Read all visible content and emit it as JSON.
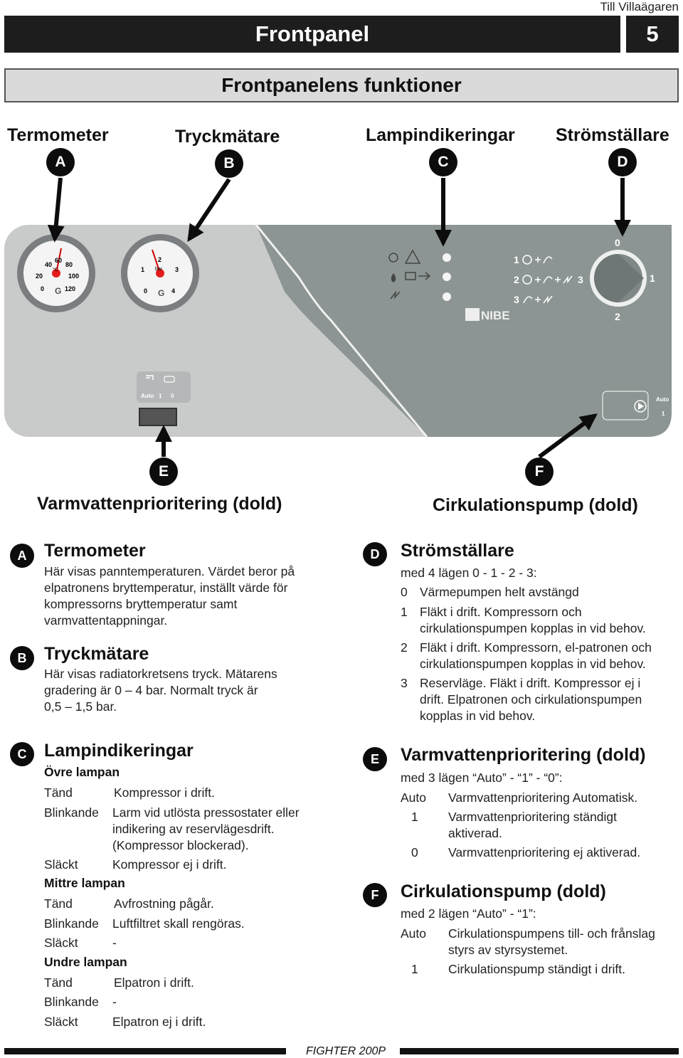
{
  "header": {
    "top_right": "Till Villaägaren",
    "title": "Frontpanel",
    "page_number": "5",
    "subtitle": "Frontpanelens funktioner"
  },
  "callouts": {
    "a_label": "Termometer",
    "a": "A",
    "b_label": "Tryckmätare",
    "b": "B",
    "c_label": "Lampindikeringar",
    "c": "C",
    "d_label": "Strömställare",
    "d": "D",
    "e": "E",
    "e_label": "Varmvattenprioritering (dold)",
    "f": "F",
    "f_label": "Cirkulationspump (dold)"
  },
  "panel": {
    "thermo_ticks": [
      "40",
      "60",
      "80",
      "20",
      "100",
      "0",
      "120"
    ],
    "thermo_unit": "°C",
    "gauge_brand": "G",
    "pressure_ticks": [
      "2",
      "1",
      "3",
      "0",
      "4"
    ],
    "pressure_unit": "bar",
    "switch_positions": [
      "0",
      "1",
      "2",
      "3"
    ],
    "mode_1": "1",
    "mode_2": "2",
    "mode_3": "3",
    "brand": "NIBE",
    "hw_switch_labels": [
      "Auto",
      "1",
      "0"
    ],
    "pump_switch_labels": [
      "Auto",
      "1"
    ]
  },
  "sections": {
    "a": {
      "letter": "A",
      "title": "Termometer",
      "lines": [
        "Här visas panntemperaturen. Värdet beror på",
        "elpatronens bryttemperatur, inställt värde för",
        "kompressorns bryttemperatur samt",
        "varmvattentappningar."
      ]
    },
    "b": {
      "letter": "B",
      "title": "Tryckmätare",
      "lines": [
        "Här visas radiatorkretsens tryck. Mätarens",
        "gradering är 0 – 4 bar. Normalt tryck är",
        "0,5 – 1,5 bar."
      ]
    },
    "c": {
      "letter": "C",
      "title": "Lampindikeringar",
      "upper": "Övre lampan",
      "middle": "Mittre lampan",
      "lower": "Undre lampan",
      "k_tand": "Tänd",
      "k_blink": "Blinkande",
      "k_slackt": "Släckt",
      "u_tand": "Kompressor i drift.",
      "u_blink": [
        "Larm vid utlösta pressostater eller",
        "indikering av reservlägesdrift.",
        "(Kompressor blockerad)."
      ],
      "u_slackt": "Kompressor ej i drift.",
      "m_tand": "Avfrostning pågår.",
      "m_blink": "Luftfiltret skall rengöras.",
      "m_slackt": "-",
      "l_tand": "Elpatron i drift.",
      "l_blink": "-",
      "l_slackt": "Elpatron ej i drift."
    },
    "d": {
      "letter": "D",
      "title": "Strömställare",
      "intro": "med 4 lägen 0 - 1 - 2 - 3:",
      "items": [
        {
          "k": "0",
          "lines": [
            "Värmepumpen helt avstängd"
          ]
        },
        {
          "k": "1",
          "lines": [
            "Fläkt i drift. Kompressorn och",
            "cirkulationspumpen kopplas in vid behov."
          ]
        },
        {
          "k": "2",
          "lines": [
            "Fläkt i drift. Kompressorn, el-patronen och",
            "cirkulationspumpen kopplas in vid behov."
          ]
        },
        {
          "k": "3",
          "lines": [
            "Reservläge. Fläkt i drift. Kompressor ej i",
            "drift. Elpatronen och cirkulationspumpen",
            "kopplas in vid behov."
          ]
        }
      ]
    },
    "e": {
      "letter": "E",
      "title": "Varmvattenprioritering (dold)",
      "intro": "med 3 lägen “Auto” - “1” - “0”:",
      "items": [
        {
          "k": "Auto",
          "lines": [
            "Varmvattenprioritering Automatisk."
          ]
        },
        {
          "k": "1",
          "lines": [
            "Varmvattenprioritering ständigt",
            "aktiverad."
          ]
        },
        {
          "k": "0",
          "lines": [
            "Varmvattenprioritering ej aktiverad."
          ]
        }
      ]
    },
    "f": {
      "letter": "F",
      "title": "Cirkulationspump (dold)",
      "intro": "med 2 lägen “Auto” - “1”:",
      "items": [
        {
          "k": "Auto",
          "lines": [
            "Cirkulationspumpens till- och frånslag",
            "styrs av styrsystemet."
          ]
        },
        {
          "k": "1",
          "lines": [
            "Cirkulationspump ständigt i drift."
          ]
        }
      ]
    }
  },
  "footer": {
    "model": "FIGHTER 200P"
  }
}
